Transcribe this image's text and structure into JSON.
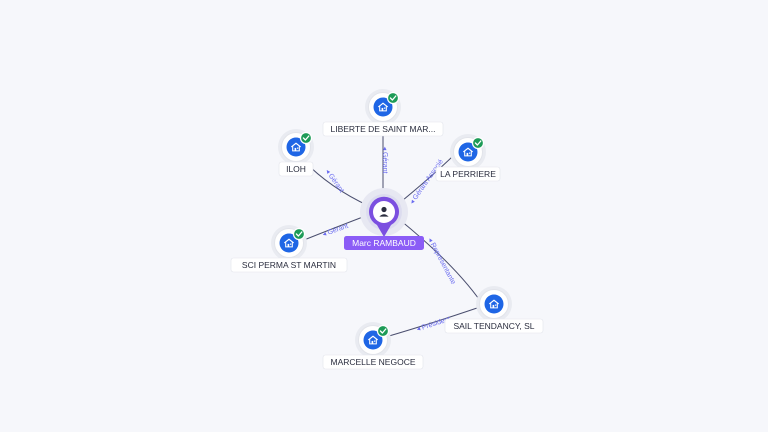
{
  "center": {
    "name": "Marc RAMBAUD",
    "icon": "person-icon"
  },
  "companies": [
    {
      "id": "iloh",
      "name": "ILOH",
      "verified": true,
      "icon": "building-icon"
    },
    {
      "id": "liberte",
      "name": "LIBERTE DE SAINT MAR...",
      "verified": true,
      "icon": "building-icon"
    },
    {
      "id": "perriere",
      "name": "LA PERRIERE",
      "verified": true,
      "icon": "building-icon"
    },
    {
      "id": "perma",
      "name": "SCI PERMA ST MARTIN",
      "verified": true,
      "icon": "building-icon"
    },
    {
      "id": "sail",
      "name": "SAIL TENDANCY, SL",
      "verified": false,
      "icon": "building-icon"
    },
    {
      "id": "marcelle",
      "name": "MARCELLE NEGOCE",
      "verified": true,
      "icon": "building-icon"
    }
  ],
  "relations": [
    {
      "from": "center",
      "to": "iloh",
      "label": "Gérant"
    },
    {
      "from": "center",
      "to": "liberte",
      "label": "Gérant"
    },
    {
      "from": "center",
      "to": "perriere",
      "label": "Gérant Associé"
    },
    {
      "from": "center",
      "to": "perma",
      "label": "Gérant"
    },
    {
      "from": "center",
      "to": "sail",
      "label": "Representante"
    },
    {
      "from": "sail",
      "to": "marcelle",
      "label": "Président"
    }
  ],
  "colors": {
    "accent": "#8b5cf6",
    "node": "#1f66e5",
    "verified": "#1d9b57",
    "edge_label": "#6a6cf0"
  }
}
